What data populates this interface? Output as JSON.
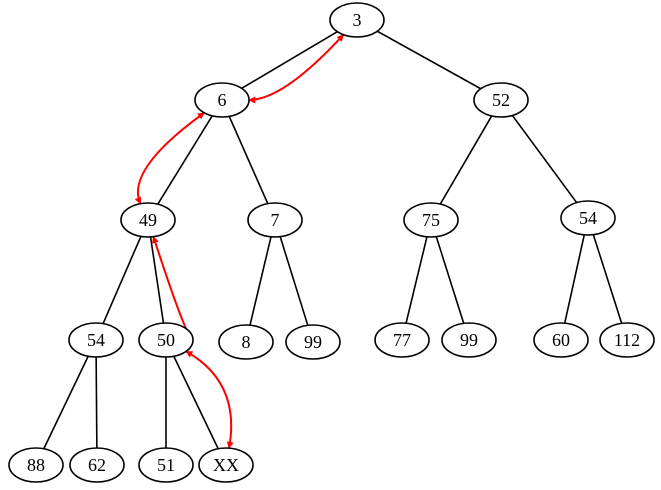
{
  "diagram": {
    "type": "binary-heap-tree",
    "nodes": [
      {
        "id": "n1",
        "label": "3"
      },
      {
        "id": "n2",
        "label": "6"
      },
      {
        "id": "n3",
        "label": "52"
      },
      {
        "id": "n4",
        "label": "49"
      },
      {
        "id": "n5",
        "label": "7"
      },
      {
        "id": "n6",
        "label": "75"
      },
      {
        "id": "n7",
        "label": "54"
      },
      {
        "id": "n8",
        "label": "54"
      },
      {
        "id": "n9",
        "label": "50"
      },
      {
        "id": "n10",
        "label": "8"
      },
      {
        "id": "n11",
        "label": "99"
      },
      {
        "id": "n12",
        "label": "77"
      },
      {
        "id": "n13",
        "label": "99"
      },
      {
        "id": "n14",
        "label": "60"
      },
      {
        "id": "n15",
        "label": "112"
      },
      {
        "id": "n16",
        "label": "88"
      },
      {
        "id": "n17",
        "label": "62"
      },
      {
        "id": "n18",
        "label": "51"
      },
      {
        "id": "n19",
        "label": "XX"
      }
    ],
    "edges": [
      {
        "from": "n1",
        "to": "n2"
      },
      {
        "from": "n1",
        "to": "n3"
      },
      {
        "from": "n2",
        "to": "n4"
      },
      {
        "from": "n2",
        "to": "n5"
      },
      {
        "from": "n3",
        "to": "n6"
      },
      {
        "from": "n3",
        "to": "n7"
      },
      {
        "from": "n4",
        "to": "n8"
      },
      {
        "from": "n4",
        "to": "n9"
      },
      {
        "from": "n5",
        "to": "n10"
      },
      {
        "from": "n5",
        "to": "n11"
      },
      {
        "from": "n6",
        "to": "n12"
      },
      {
        "from": "n6",
        "to": "n13"
      },
      {
        "from": "n7",
        "to": "n14"
      },
      {
        "from": "n7",
        "to": "n15"
      },
      {
        "from": "n8",
        "to": "n16"
      },
      {
        "from": "n8",
        "to": "n17"
      },
      {
        "from": "n9",
        "to": "n18"
      },
      {
        "from": "n9",
        "to": "n19"
      }
    ],
    "swaps": [
      {
        "a": "n1",
        "b": "n2"
      },
      {
        "a": "n2",
        "b": "n4"
      },
      {
        "a": "n4",
        "b": "n9"
      },
      {
        "a": "n9",
        "b": "n19"
      }
    ],
    "colors": {
      "edge": "#000000",
      "swap_arrow": "#ff0000",
      "node_fill": "#ffffff",
      "node_stroke": "#000000"
    }
  }
}
